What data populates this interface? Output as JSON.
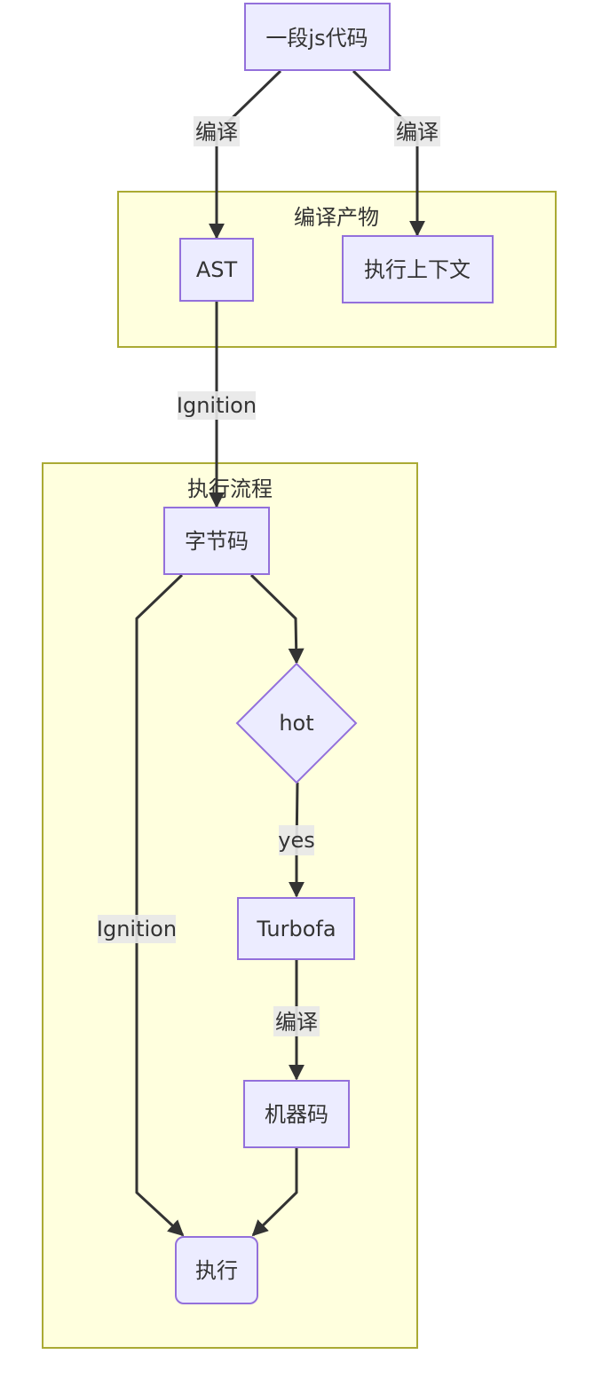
{
  "diagram": {
    "clusters": {
      "artifacts": {
        "title": "编译产物"
      },
      "flow": {
        "title": "执行流程"
      }
    },
    "nodes": {
      "source": {
        "label": "一段js代码"
      },
      "ast": {
        "label": "AST"
      },
      "context": {
        "label": "执行上下文"
      },
      "bytecode": {
        "label": "字节码"
      },
      "hot": {
        "label": "hot"
      },
      "turbofan": {
        "label": "Turbofa"
      },
      "machine": {
        "label": "机器码"
      },
      "execute": {
        "label": "执行"
      }
    },
    "edges": {
      "source_ast": {
        "label": "编译"
      },
      "source_context": {
        "label": "编译"
      },
      "ast_bytecode": {
        "label": "Ignition"
      },
      "bytecode_execute": {
        "label": "Ignition"
      },
      "hot_turbofan": {
        "label": "yes"
      },
      "turbofan_machine": {
        "label": "编译"
      }
    },
    "colors": {
      "node_fill": "#ececff",
      "node_stroke": "#9370db",
      "cluster_fill": "#ffffde",
      "cluster_stroke": "#aaaa33",
      "edge": "#333333",
      "label_bg": "#e8e8e8"
    }
  }
}
